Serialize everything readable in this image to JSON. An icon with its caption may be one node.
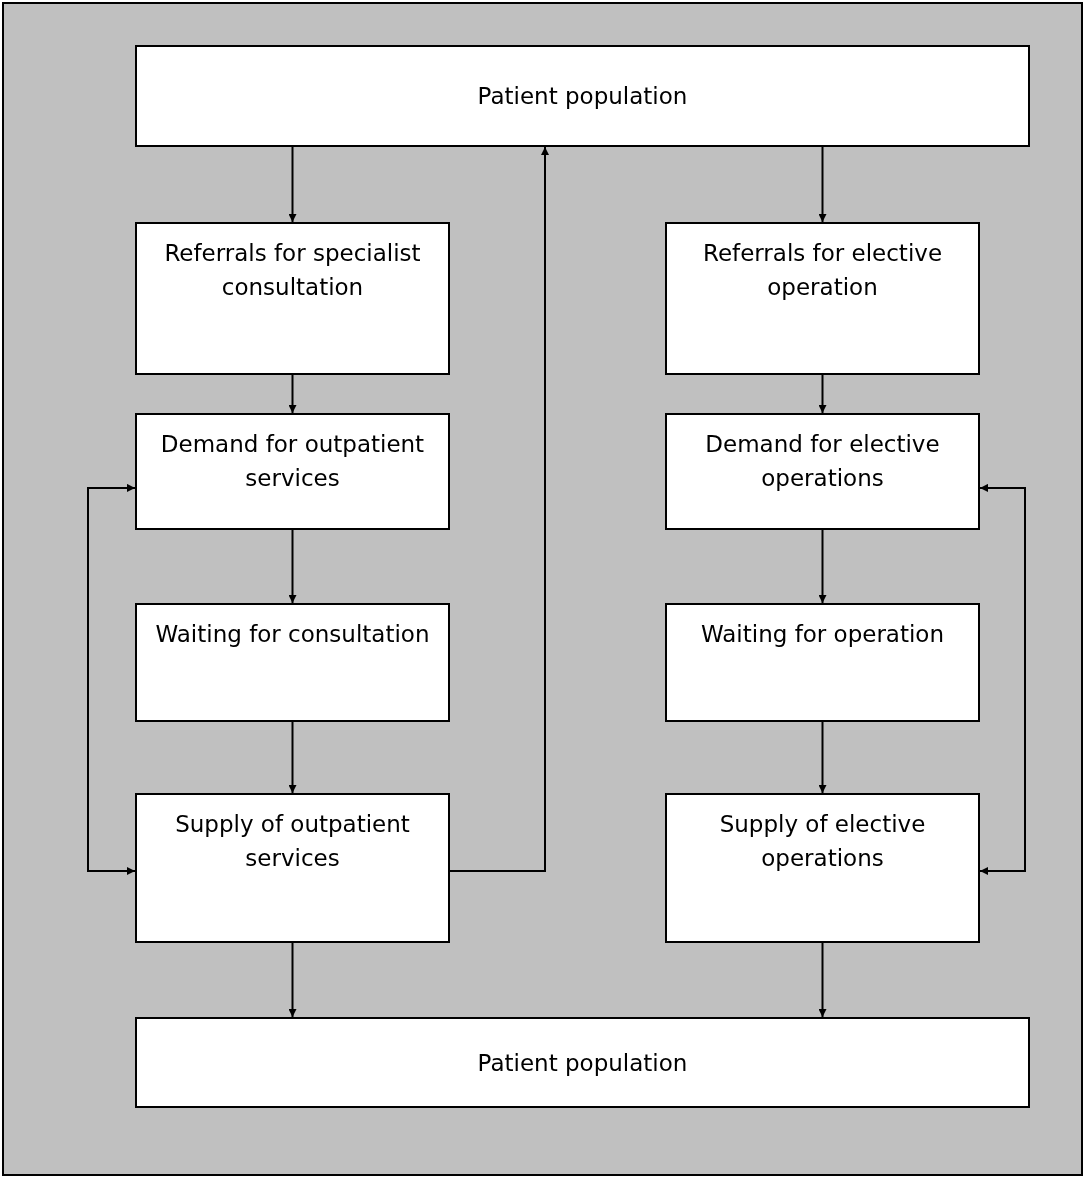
{
  "diagram": {
    "nodes": [
      {
        "text": [
          "Patient population"
        ]
      },
      {
        "text": [
          "Referrals for specialist consultation"
        ]
      },
      {
        "text": [
          "Referrals for elective operation"
        ]
      },
      {
        "text": [
          "Demand for outpatient services"
        ]
      },
      {
        "text": [
          "Demand for elective operations"
        ]
      },
      {
        "text": [
          "Waiting for consultation"
        ]
      },
      {
        "text": [
          "Waiting for operation"
        ]
      },
      {
        "text": [
          "Supply of outpatient services"
        ]
      },
      {
        "text": [
          "Supply of elective operations"
        ]
      },
      {
        "text": [
          "Patient population"
        ]
      }
    ],
    "edges": [
      {
        "from": 0,
        "to": 1,
        "arrow": "to"
      },
      {
        "from": 0,
        "to": 2,
        "arrow": "to"
      },
      {
        "from": 1,
        "to": 3,
        "arrow": "to"
      },
      {
        "from": 2,
        "to": 4,
        "arrow": "to"
      },
      {
        "from": 3,
        "to": 5,
        "arrow": "to"
      },
      {
        "from": 4,
        "to": 6,
        "arrow": "to"
      },
      {
        "from": 5,
        "to": 7,
        "arrow": "to"
      },
      {
        "from": 6,
        "to": 8,
        "arrow": "to"
      },
      {
        "from": 7,
        "to": 0,
        "arrow": "to"
      },
      {
        "from": 3,
        "to": 7,
        "arrow": "both"
      },
      {
        "from": 4,
        "to": 8,
        "arrow": "both"
      },
      {
        "from": 7,
        "to": 9,
        "arrow": "to"
      },
      {
        "from": 8,
        "to": 9,
        "arrow": "to"
      }
    ]
  }
}
